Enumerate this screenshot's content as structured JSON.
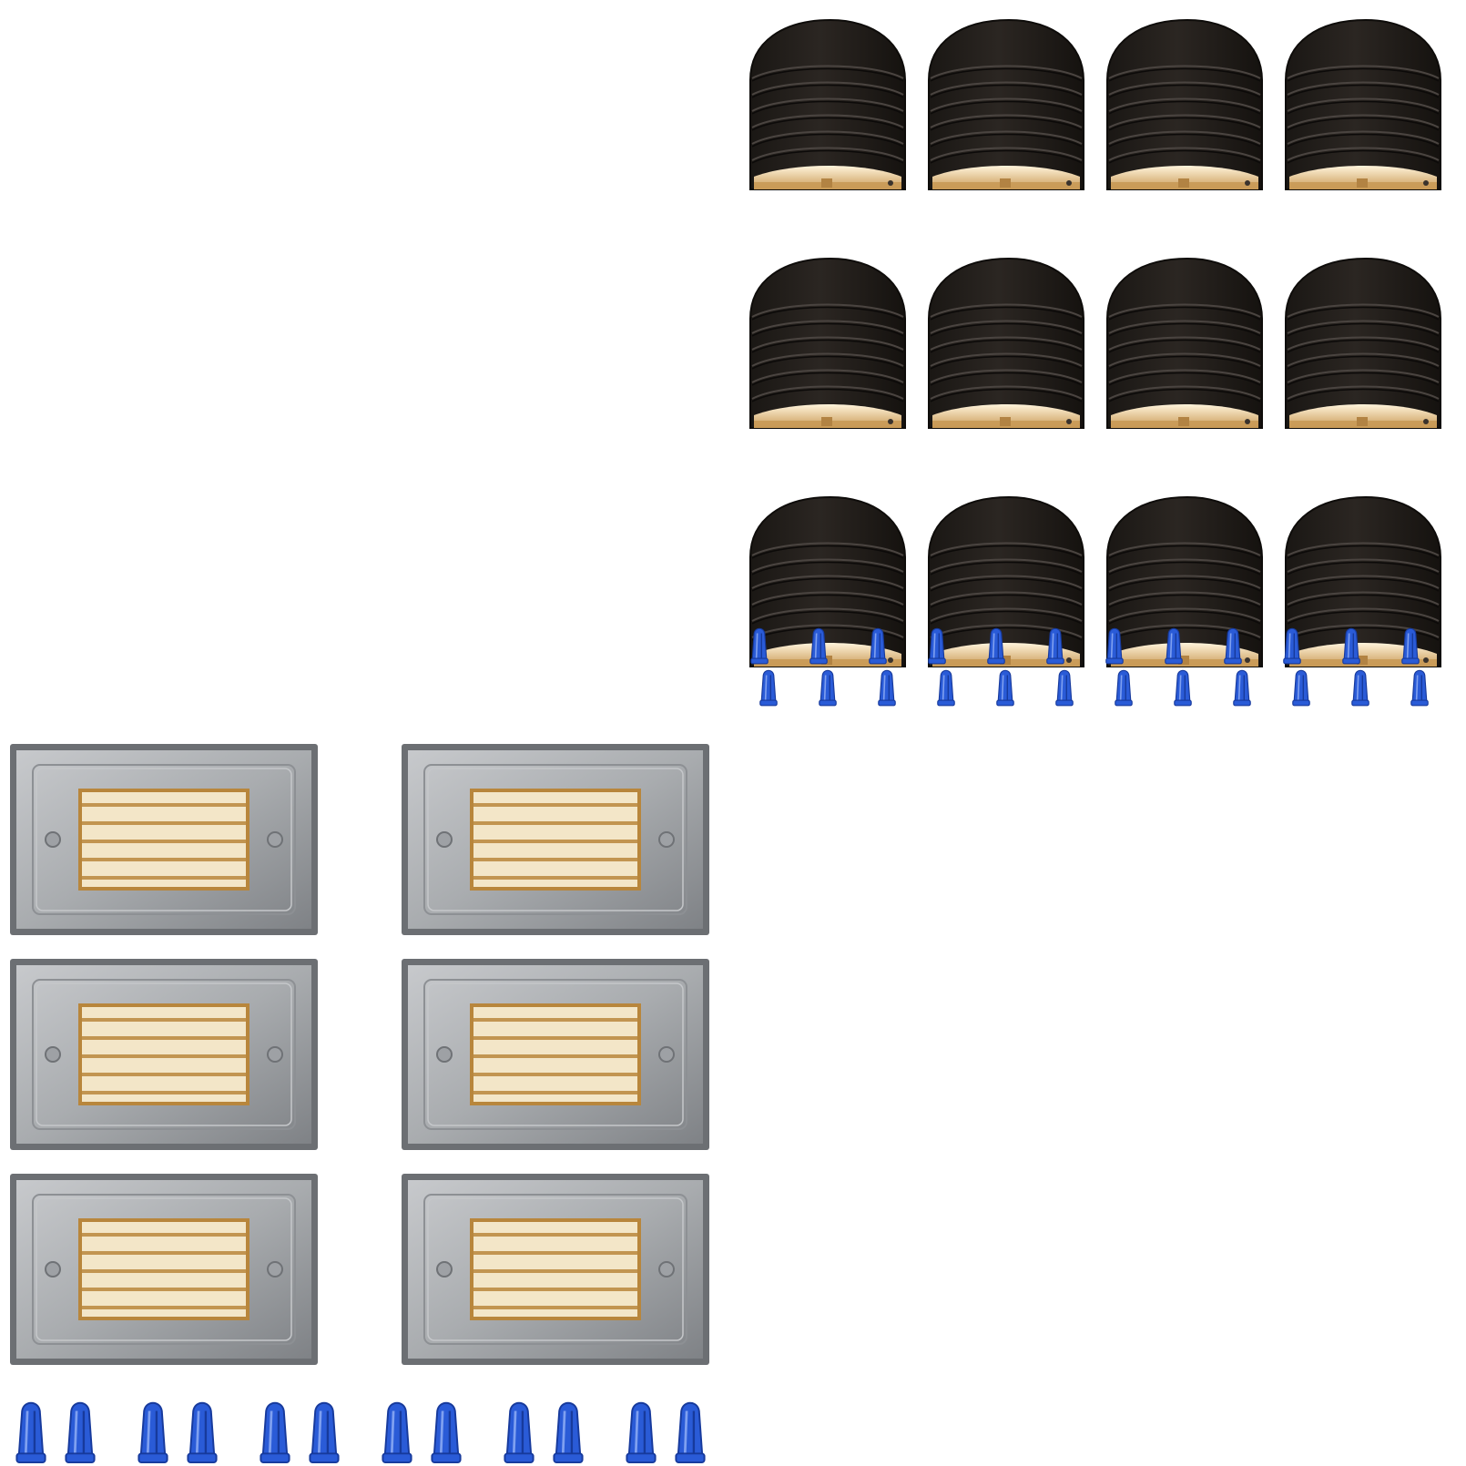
{
  "image": {
    "background": "#ffffff",
    "scene": "product-bundle-photo"
  },
  "deck_lights": {
    "color_body": "#2b2622",
    "color_glow": "#c99a56",
    "rows": 3,
    "columns": 4,
    "count": 12,
    "icon": "dome-deck-light-icon"
  },
  "deck_wire_nuts": {
    "color": "#2a5bd7",
    "count": 24,
    "icon": "wire-nut-icon"
  },
  "step_lights": {
    "color_plate": "#a9acaf",
    "color_louver": "#f3e6c8",
    "color_trim": "#b8863c",
    "rows": 3,
    "columns": 2,
    "count": 6,
    "icon": "louvered-step-light-icon"
  },
  "step_wire_nuts": {
    "color": "#2a5bd7",
    "count": 12,
    "icon": "wire-nut-icon"
  }
}
